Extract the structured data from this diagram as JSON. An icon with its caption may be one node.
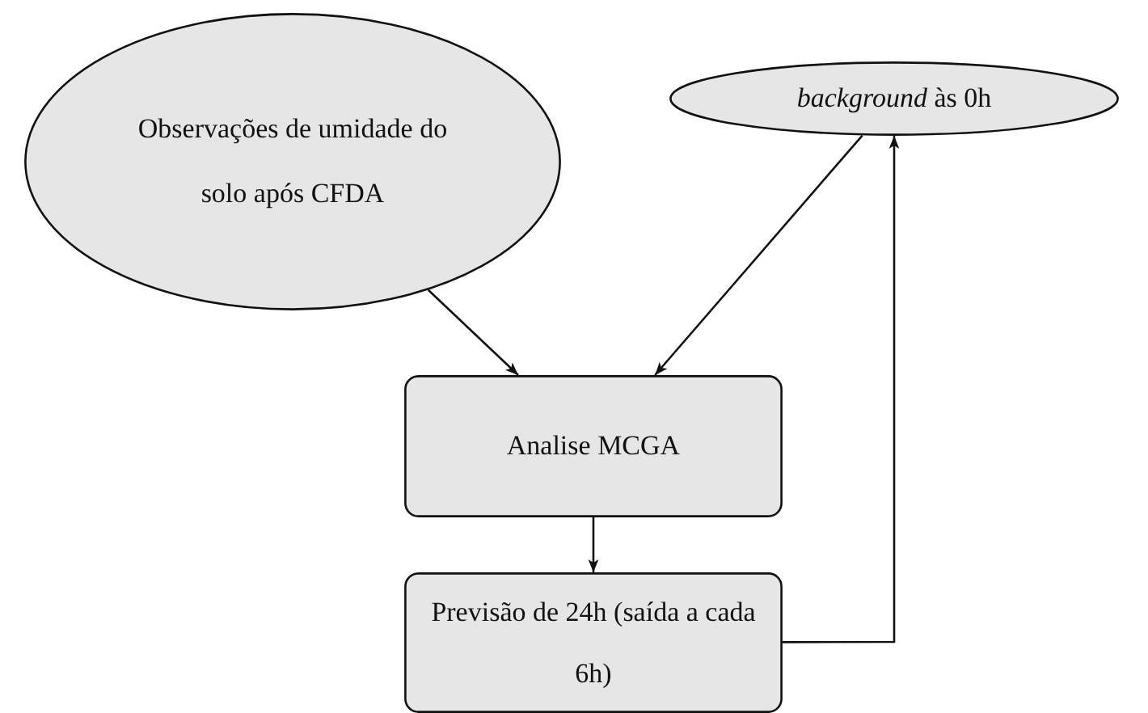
{
  "diagram": {
    "nodes": [
      {
        "text": [
          "Observações de umidade do solo após CFDA"
        ]
      },
      {
        "text": [
          "*background* às 0h"
        ]
      },
      {
        "text": [
          "Analise MCGA"
        ]
      },
      {
        "text": [
          "Previsão de 24h (saída a cada 6h)"
        ]
      }
    ],
    "edges": [
      {
        "from": 0,
        "to": 2,
        "arrow": "to"
      },
      {
        "from": 1,
        "to": 2,
        "arrow": "to"
      },
      {
        "from": 2,
        "to": 3,
        "arrow": "to"
      },
      {
        "from": 3,
        "to": 1,
        "arrow": "to"
      }
    ]
  }
}
